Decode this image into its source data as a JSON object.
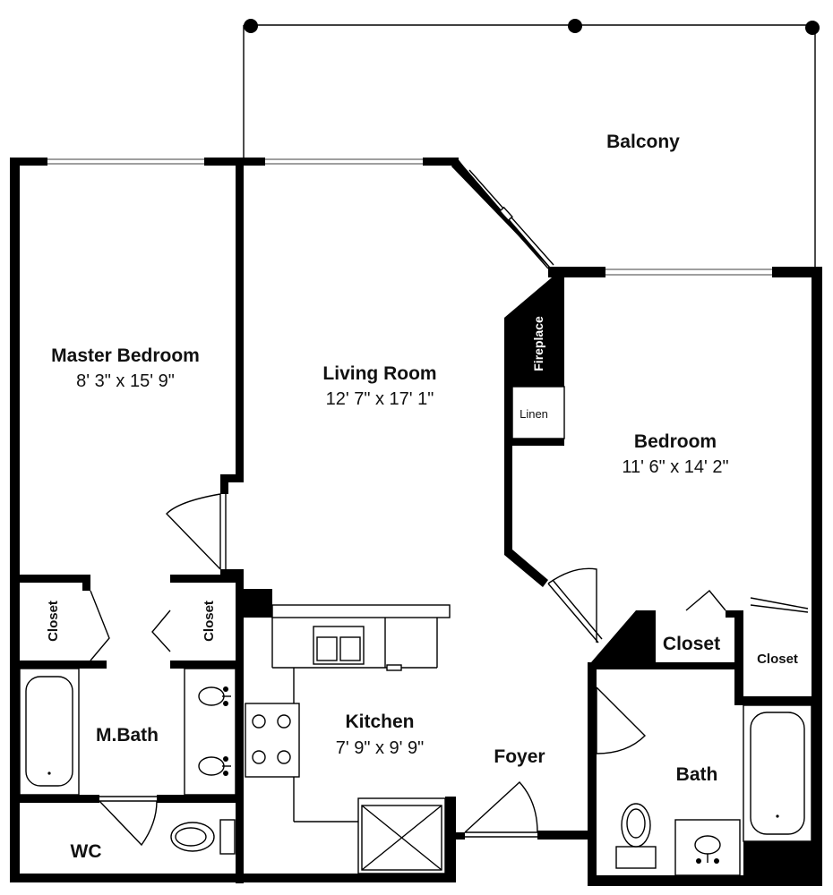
{
  "rooms": {
    "balcony": {
      "name": "Balcony"
    },
    "master_bedroom": {
      "name": "Master Bedroom",
      "dims": "8' 3\" x 15' 9\""
    },
    "living_room": {
      "name": "Living Room",
      "dims": "12' 7\" x 17' 1\""
    },
    "bedroom": {
      "name": "Bedroom",
      "dims": "11' 6\" x 14' 2\""
    },
    "fireplace": {
      "name": "Fireplace"
    },
    "linen": {
      "name": "Linen"
    },
    "closet_left_1": {
      "name": "Closet"
    },
    "closet_left_2": {
      "name": "Closet"
    },
    "closet_right_1": {
      "name": "Closet"
    },
    "closet_right_2": {
      "name": "Closet"
    },
    "master_bath": {
      "name": "M.Bath"
    },
    "kitchen": {
      "name": "Kitchen",
      "dims": "7' 9\" x 9' 9\""
    },
    "foyer": {
      "name": "Foyer"
    },
    "bath": {
      "name": "Bath"
    },
    "wc": {
      "name": "WC"
    }
  }
}
